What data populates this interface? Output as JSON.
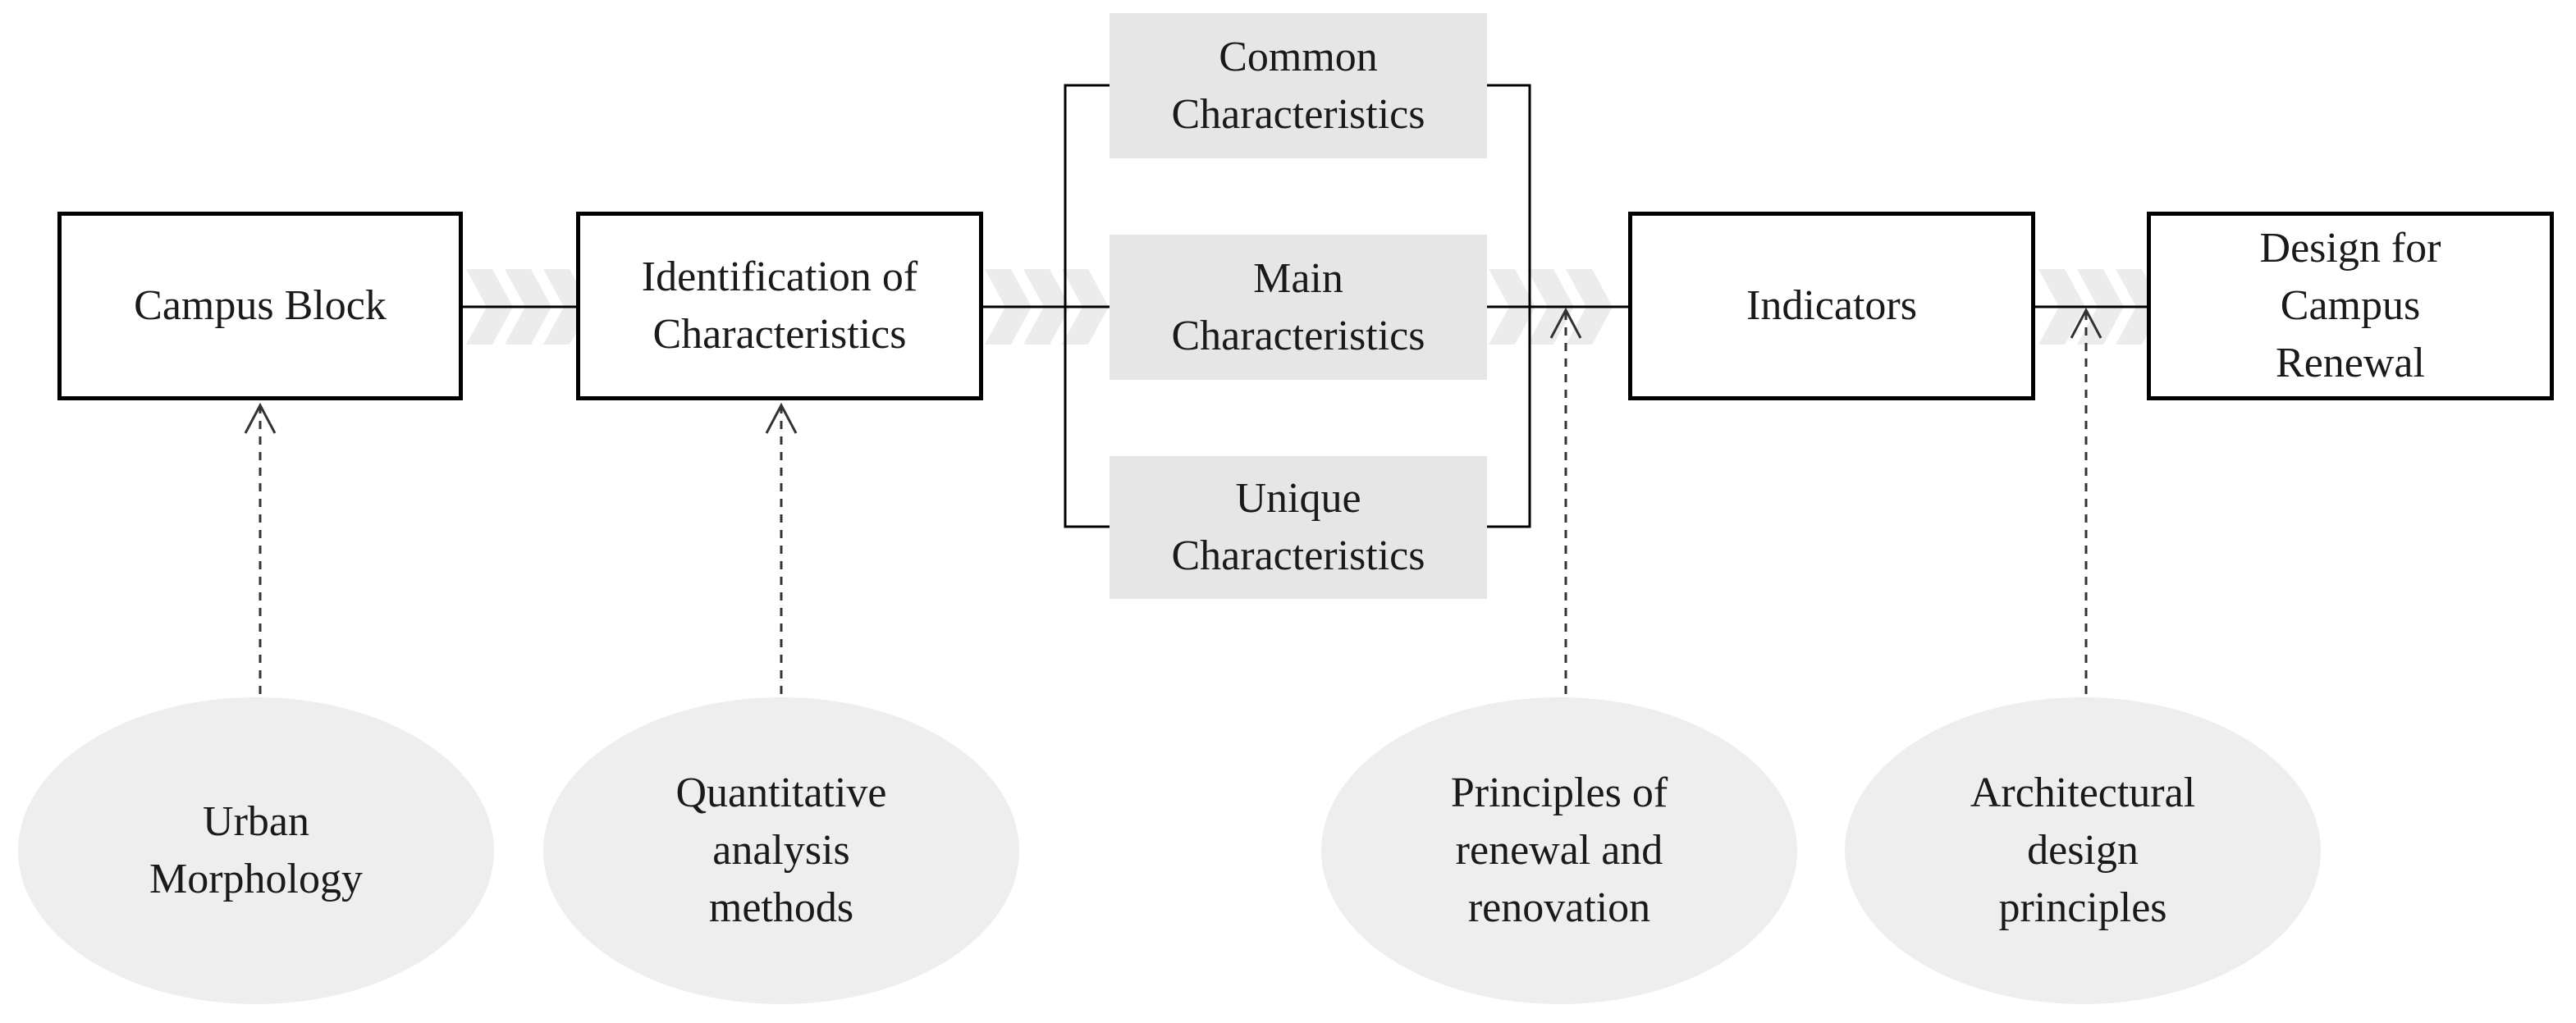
{
  "boxes": {
    "campus_block": [
      "Campus Block"
    ],
    "identification": [
      "Identification of",
      "Characteristics"
    ],
    "common": [
      "Common",
      "Characteristics"
    ],
    "main": [
      "Main",
      "Characteristics"
    ],
    "unique": [
      "Unique",
      "Characteristics"
    ],
    "indicators": [
      "Indicators"
    ],
    "design": [
      "Design for",
      "Campus",
      "Renewal"
    ]
  },
  "ellipses": {
    "urban": [
      "Urban",
      "Morphology"
    ],
    "quantitative": [
      "Quantitative",
      "analysis",
      "methods"
    ],
    "principles": [
      "Principles of",
      "renewal and",
      "renovation"
    ],
    "architectural": [
      "Architectural",
      "design",
      "principles"
    ]
  },
  "colors": {
    "box_border": "#000000",
    "gray_box": "#e6e6e6",
    "ellipse_fill": "#eeeeee",
    "chevron": "#ececec",
    "line": "#000000",
    "dashed": "#333333"
  }
}
